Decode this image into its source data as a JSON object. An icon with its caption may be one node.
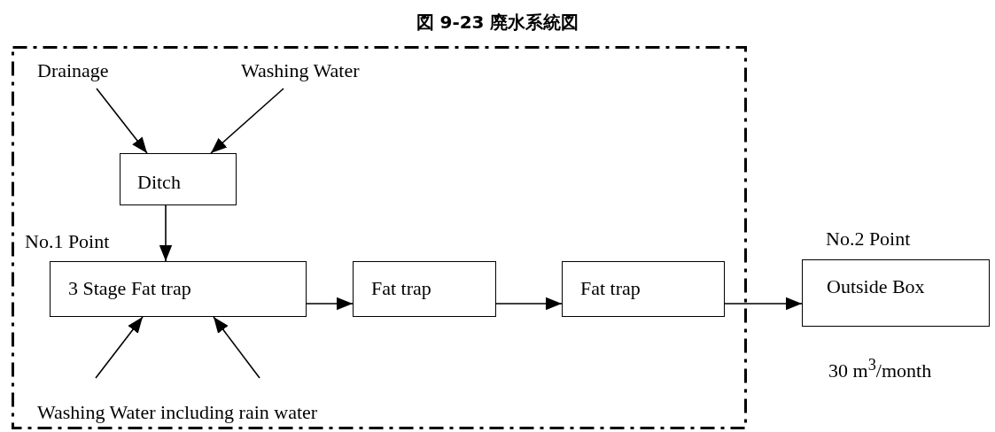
{
  "diagram": {
    "title": "図 9-23 廃水系統図",
    "nodes": [
      {
        "text": [],
        "shape": "box"
      },
      {
        "text": [
          "Drainage"
        ],
        "in": 0
      },
      {
        "text": [
          "Washing Water"
        ],
        "in": 0
      },
      {
        "text": [
          "Ditch"
        ],
        "in": 0
      },
      {
        "text": [
          "3 Stage Fat trap"
        ],
        "in": 0,
        "beside": [
          "No.1 Point"
        ]
      },
      {
        "text": [
          "Fat trap"
        ],
        "in": 0
      },
      {
        "text": [
          "Fat trap"
        ],
        "in": 0
      },
      {
        "text": [
          "Outside Box"
        ],
        "beside": [
          "No.2 Point",
          "30 m$^{3}$/month"
        ]
      },
      {
        "text": [
          "Washing Water including rain water"
        ],
        "in": 0
      }
    ],
    "edges": [
      {
        "from": 1,
        "to": 3,
        "arrow": "to"
      },
      {
        "from": 2,
        "to": 3,
        "arrow": "to"
      },
      {
        "from": 3,
        "to": 4,
        "arrow": "to"
      },
      {
        "from": 4,
        "to": 5,
        "arrow": "to"
      },
      {
        "from": 5,
        "to": 6,
        "arrow": "to"
      },
      {
        "from": 6,
        "to": 7,
        "arrow": "to"
      },
      {
        "from": 8,
        "to": 4,
        "arrow": "to"
      },
      {
        "from": 8,
        "to": 4,
        "arrow": "to"
      }
    ]
  }
}
